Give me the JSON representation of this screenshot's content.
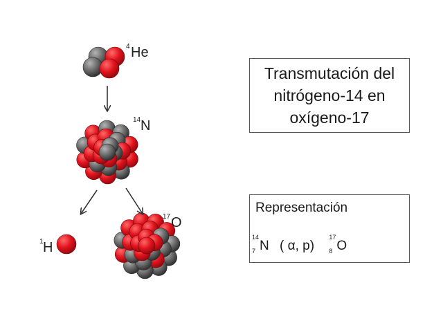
{
  "diagram": {
    "helium": {
      "mass": "4",
      "symbol": "He"
    },
    "nitrogen": {
      "mass": "14",
      "symbol": "N"
    },
    "oxygen": {
      "mass": "17",
      "symbol": "O"
    },
    "hydrogen": {
      "mass": "1",
      "symbol": "H"
    }
  },
  "colors": {
    "proton": "#e1141e",
    "neutron": "#6b6b6b"
  },
  "title_box": {
    "lines": [
      "Transmutación del",
      "nitrógeno-14 en",
      "oxígeno-17"
    ]
  },
  "representation": {
    "title": "Representación",
    "reactant": {
      "mass": "14",
      "number": "7",
      "symbol": "N"
    },
    "reaction": "( α, p)",
    "product": {
      "mass": "17",
      "number": "8",
      "symbol": "O"
    }
  }
}
